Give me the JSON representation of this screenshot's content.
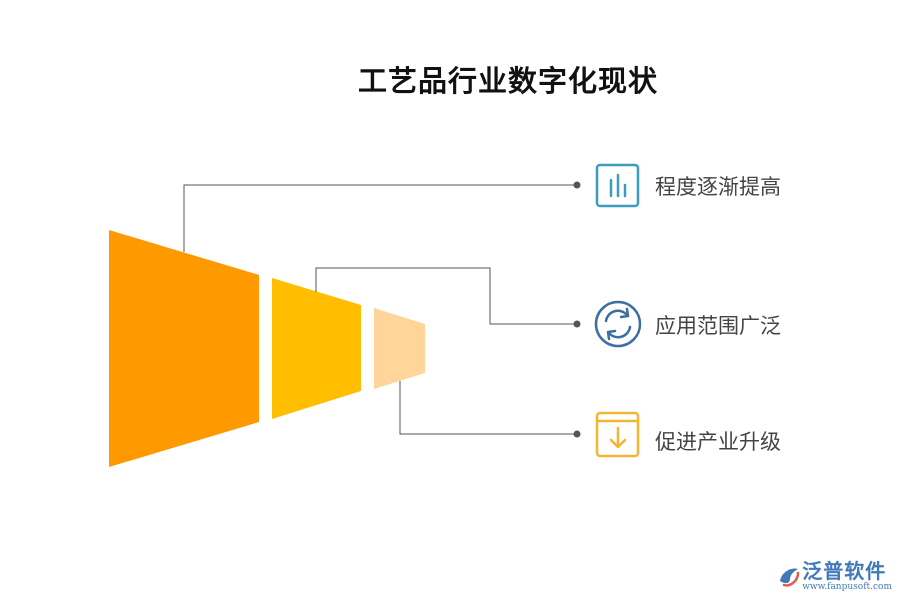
{
  "title": "工艺品行业数字化现状",
  "items": [
    {
      "label": "程度逐渐提高",
      "icon": "bar-chart-icon",
      "color": "#3a9dbd"
    },
    {
      "label": "应用范围广泛",
      "icon": "refresh-icon",
      "color": "#3a6ea5"
    },
    {
      "label": "促进产业升级",
      "icon": "download-box-icon",
      "color": "#f2b632"
    }
  ],
  "segments": [
    {
      "color": "#ff9900"
    },
    {
      "color": "#ffbf00"
    },
    {
      "color": "#ffd599"
    }
  ],
  "watermark": {
    "brand": "泛普软件",
    "url": "www.fanpusoft.com"
  }
}
